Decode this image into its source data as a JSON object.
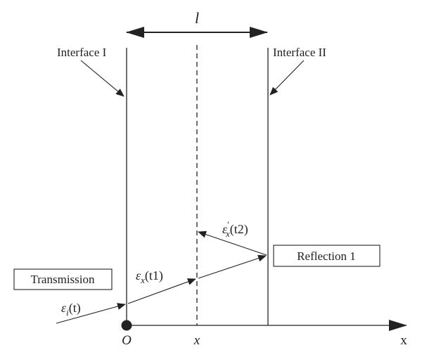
{
  "labels": {
    "length": "l",
    "interface1": "Interface I",
    "interface2": "Interface II",
    "reflected_strain": {
      "main": "ε",
      "sup": "′",
      "sub": "x",
      "arg": "(t2)"
    },
    "reflection_box": "Reflection 1",
    "transmission_box": "Transmission",
    "strain_x": {
      "main": "ε",
      "sub": "x",
      "arg": "(t1)"
    },
    "incident_strain": {
      "main": "ε",
      "sub": "i",
      "arg": "(t)"
    },
    "origin": "O",
    "position": "x",
    "axis": "x"
  },
  "colors": {
    "stroke": "#222222",
    "background": "#ffffff"
  }
}
